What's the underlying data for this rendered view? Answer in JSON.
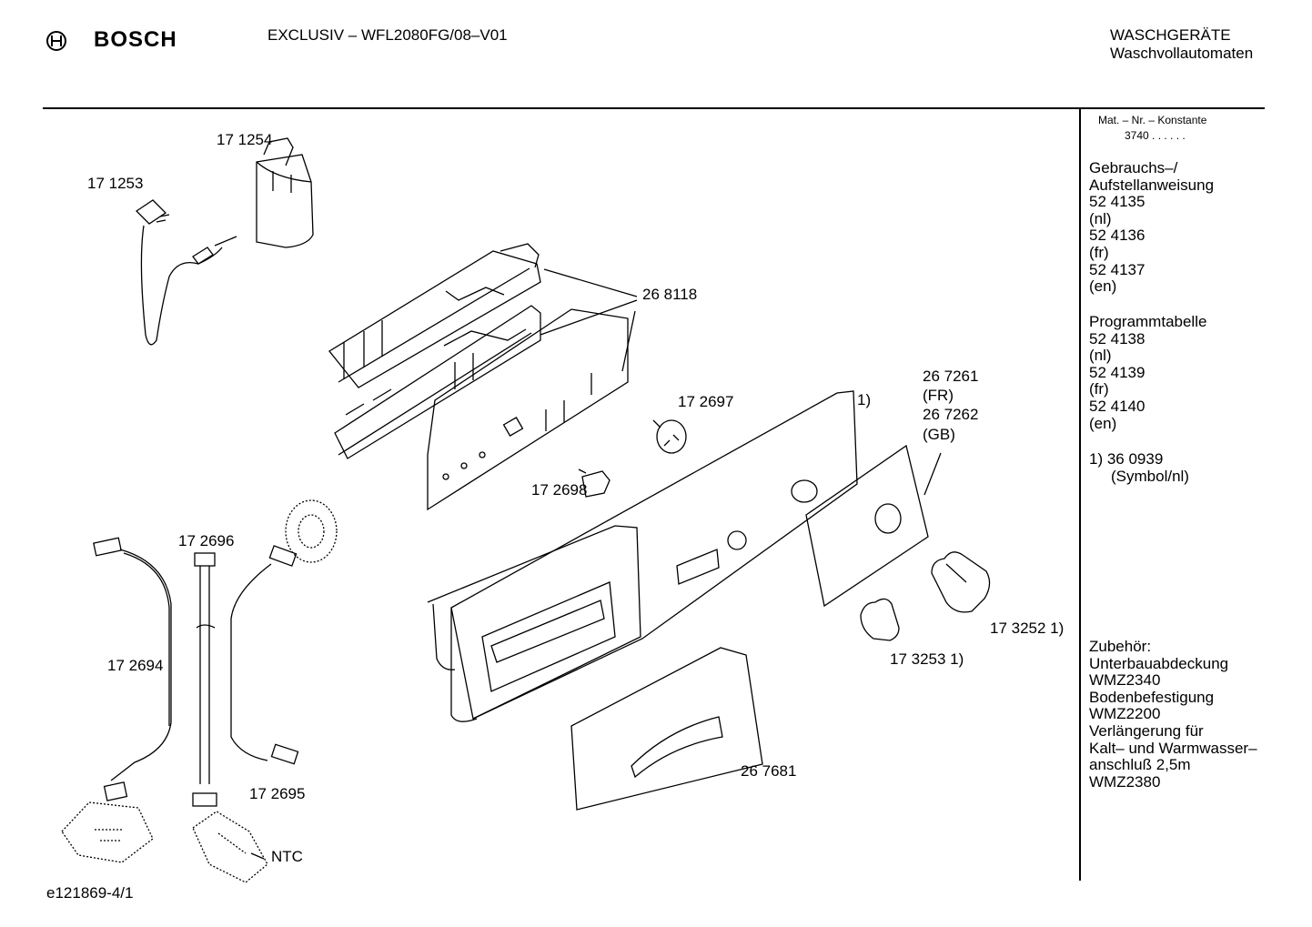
{
  "header": {
    "brand": "BOSCH",
    "model": "EXCLUSIV – WFL2080FG/08–V01",
    "category_line1": "WASCHGERÄTE",
    "category_line2": "Waschvollautomaten"
  },
  "sidebar": {
    "mat_nr_label": "Mat. – Nr. – Konstante",
    "mat_nr_value": "3740  .  .  .  .  .  .",
    "manual": [
      "Gebrauchs–/",
      "Aufstellanweisung",
      "52 4135",
      "(nl)",
      "52 4136",
      "(fr)",
      "52 4137",
      "(en)"
    ],
    "program_table": [
      "Programmtabelle",
      "52 4138",
      "(nl)",
      "52 4139",
      "(fr)",
      "52 4140",
      "(en)"
    ],
    "footnote": [
      "1) 36 0939",
      "(Symbol/nl)"
    ],
    "accessories": [
      "Zubehör:",
      "Unterbauabdeckung",
      "WMZ2340",
      "Bodenbefestigung",
      "WMZ2200",
      "Verlängerung für",
      "Kalt– und Warmwasser–",
      "anschluß 2,5m",
      "WMZ2380"
    ]
  },
  "parts": {
    "p171254": "17 1254",
    "p171253": "17 1253",
    "p268118": "26 8118",
    "p172697": "17 2697",
    "p172698": "17 2698",
    "p267261": "26 7261",
    "fr": "(FR)",
    "p267262": "26 7262",
    "gb": "(GB)",
    "fn1": "1)",
    "p172696": "17 2696",
    "p172694": "17 2694",
    "p172695": "17 2695",
    "ntc": "NTC",
    "p173252": "17 3252 1)",
    "p173253": "17 3253 1)",
    "p267681": "26 7681"
  },
  "footer": {
    "drawing_id": "e121869-4/1"
  }
}
